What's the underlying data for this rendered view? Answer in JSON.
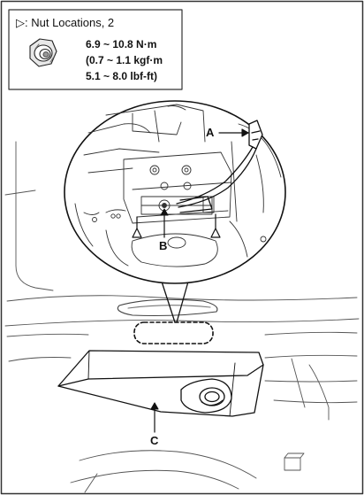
{
  "legend": {
    "title": "▷: Nut Locations, 2",
    "torque_nm": "6.9 ~ 10.8 N·m",
    "torque_kgfm": "(0.7 ~ 1.1 kgf·m",
    "torque_lbfft": "5.1 ~ 8.0 lbf-ft)"
  },
  "callouts": {
    "a": "A",
    "b": "B",
    "c": "C"
  },
  "icons": {
    "nut": "nut-icon",
    "nut_location": "triangle-marker-icon"
  }
}
